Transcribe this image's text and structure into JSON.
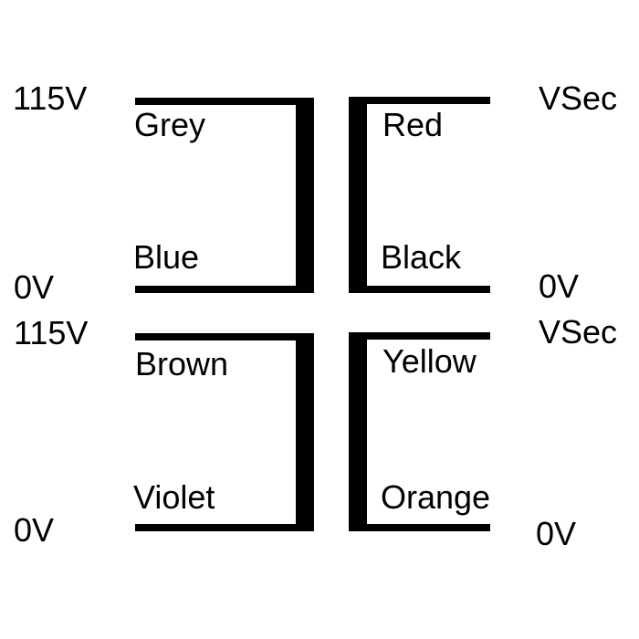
{
  "diagram": {
    "type": "transformer-wiring-diagram",
    "background_color": "#ffffff",
    "line_color": "#000000",
    "windings": [
      {
        "id": "primary-top",
        "side": "left",
        "terminal_top": "115V",
        "wire_top": "Grey",
        "wire_bottom": "Blue",
        "terminal_bottom": "0V"
      },
      {
        "id": "secondary-top",
        "side": "right",
        "terminal_top": "VSec",
        "wire_top": "Red",
        "wire_bottom": "Black",
        "terminal_bottom": "0V"
      },
      {
        "id": "primary-bottom",
        "side": "left",
        "terminal_top": "115V",
        "wire_top": "Brown",
        "wire_bottom": "Violet",
        "terminal_bottom": "0V"
      },
      {
        "id": "secondary-bottom",
        "side": "right",
        "terminal_top": "VSec",
        "wire_top": "Yellow",
        "wire_bottom": "Orange",
        "terminal_bottom": "0V"
      }
    ]
  }
}
